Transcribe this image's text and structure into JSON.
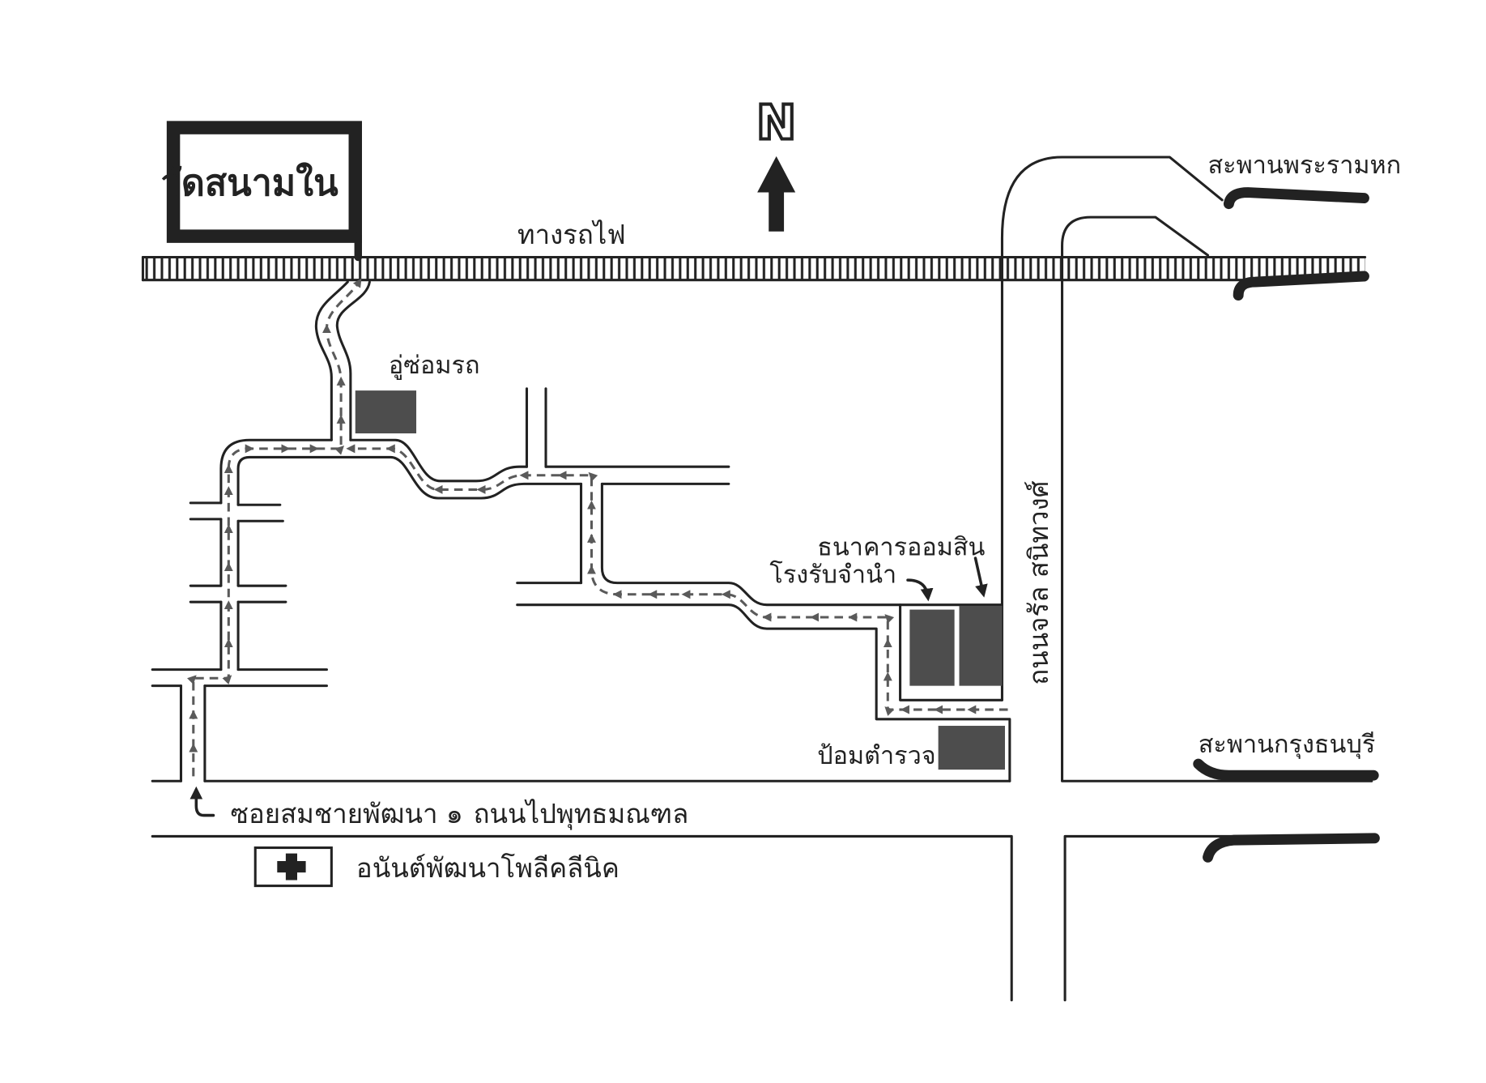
{
  "landmarks": {
    "temple": "วัดสนามใน",
    "garage": "อู่ซ่อมรถ",
    "bank": "ธนาคารออมสิน",
    "pawnshop": "โรงรับจำนำ",
    "police_box": "ป้อมตำรวจ",
    "clinic": "อนันต์พัฒนาโพลีคลีนิค"
  },
  "roads": {
    "railway": "ทางรถไฟ",
    "charan_sanitwong": "ถนนจรัล สนิทวงศ์",
    "to_phutthamonthon": "ถนนไปพุทธมณฑล",
    "soi": "ซอยสมชายพัฒนา ๑"
  },
  "bridges": {
    "rama_6": "สะพานพระรามหก",
    "krung_thon": "สะพานกรุงธนบุรี"
  },
  "compass": {
    "north": "N"
  },
  "colors": {
    "ink": "#222222",
    "building": "#4d4d4d",
    "route": "#5a5a5a"
  }
}
